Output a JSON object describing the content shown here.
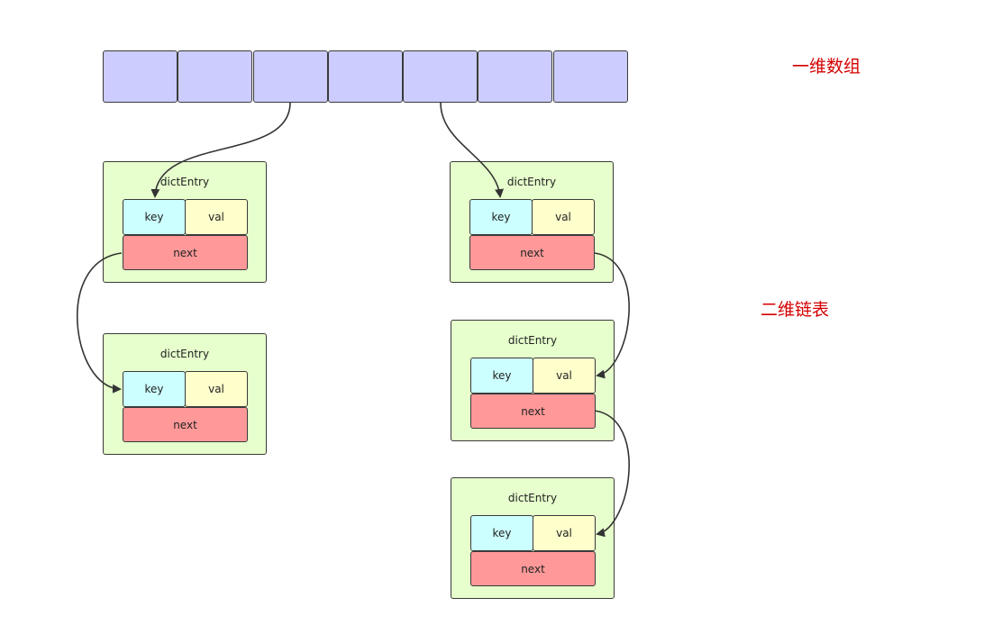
{
  "labels": {
    "array": "一维数组",
    "list": "二维链表"
  },
  "entry": {
    "title": "dictEntry",
    "key": "key",
    "val": "val",
    "next": "next"
  },
  "colors": {
    "array_cell": "#ccccff",
    "entry_bg": "#e6ffcc",
    "key_bg": "#ccffff",
    "val_bg": "#ffffcc",
    "next_bg": "#ff9999",
    "label": "#d40000"
  }
}
